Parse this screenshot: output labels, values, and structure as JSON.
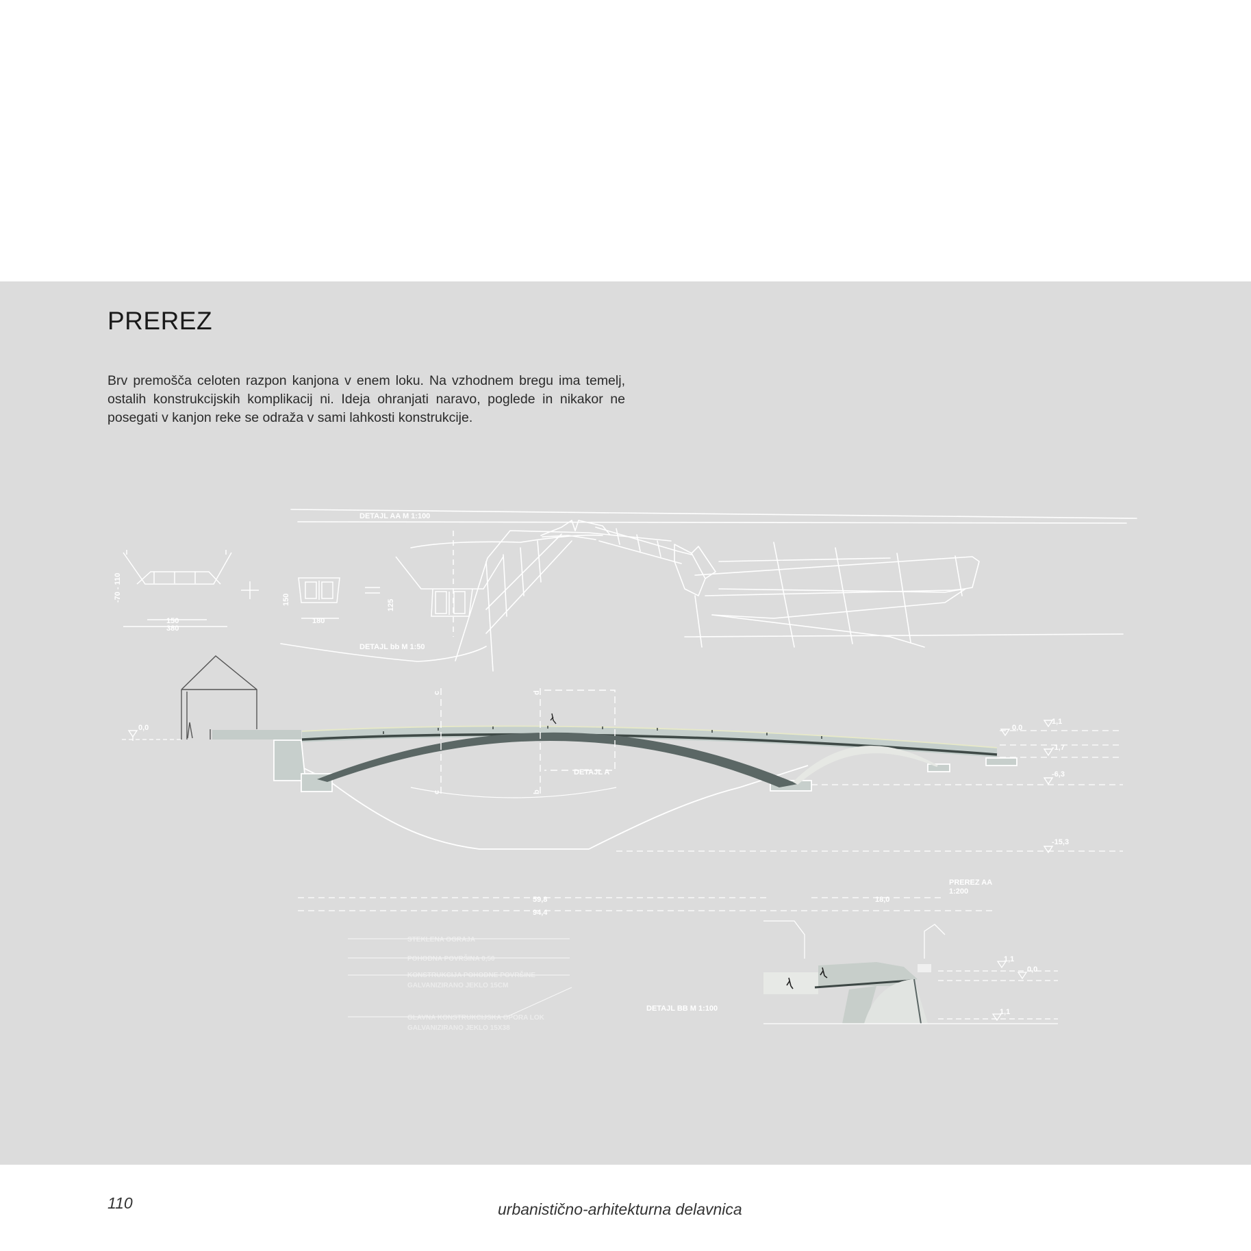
{
  "section_title": "PREREZ",
  "intro_text": "Brv premošča celoten razpon kanjona v enem loku. Na vzhodnem bregu ima temelj, ostalih konstrukcijskih komplikacij ni. Ideja ohranjati naravo, poglede in nikakor ne posegati v kanjon reke se odraža v sami lahkosti konstrukcije.",
  "drawing": {
    "detail_aa": "DETAJL  AA     M 1:100",
    "detail_bb_top": "DETAJL  bb     M 1:50",
    "detail_a": "DETAJL  A",
    "detail_bb": "DETAJL  BB   M 1:100",
    "section_aa": "PREREZ  AA",
    "section_aa_scale": "1:200",
    "levels": {
      "left": "0,0",
      "right_zero": "0,0",
      "plus_1_1": "1,1",
      "minus_1_7": "-1,7",
      "minus_6_3": "-6,3",
      "minus_15_3": "-15,3",
      "bb_1_1": "1,1",
      "bb_0_0": "0,0",
      "bb_lower_1_1": "1,1"
    },
    "dimensions": {
      "span_main": "59,8",
      "span_right": "18,0",
      "span_total": "94,4",
      "cs1_height": "-70 - 110",
      "cs1_inner": "150",
      "cs1_outer": "380",
      "cs2_height": "150",
      "cs2_width": "180",
      "cs3_height": "125"
    },
    "cut_marks": {
      "c": "c",
      "d": "d",
      "b": "b"
    },
    "legend": [
      "STEKLENA OGRAJA",
      "POHODNA POVRŠINA 0,50",
      "KONSTRUKCIJA POHODNE POVRŠINE",
      "GLAVNA KONSTRUKCIJSKA OPORA LOK"
    ],
    "legend_sub": [
      "GALVANIZIRANO JEKLO 15CM",
      "GALVANIZIRANO JEKLO 15X38"
    ]
  },
  "footer": {
    "page_number": "110",
    "title": "urbanistično-arhitekturna delavnica"
  }
}
